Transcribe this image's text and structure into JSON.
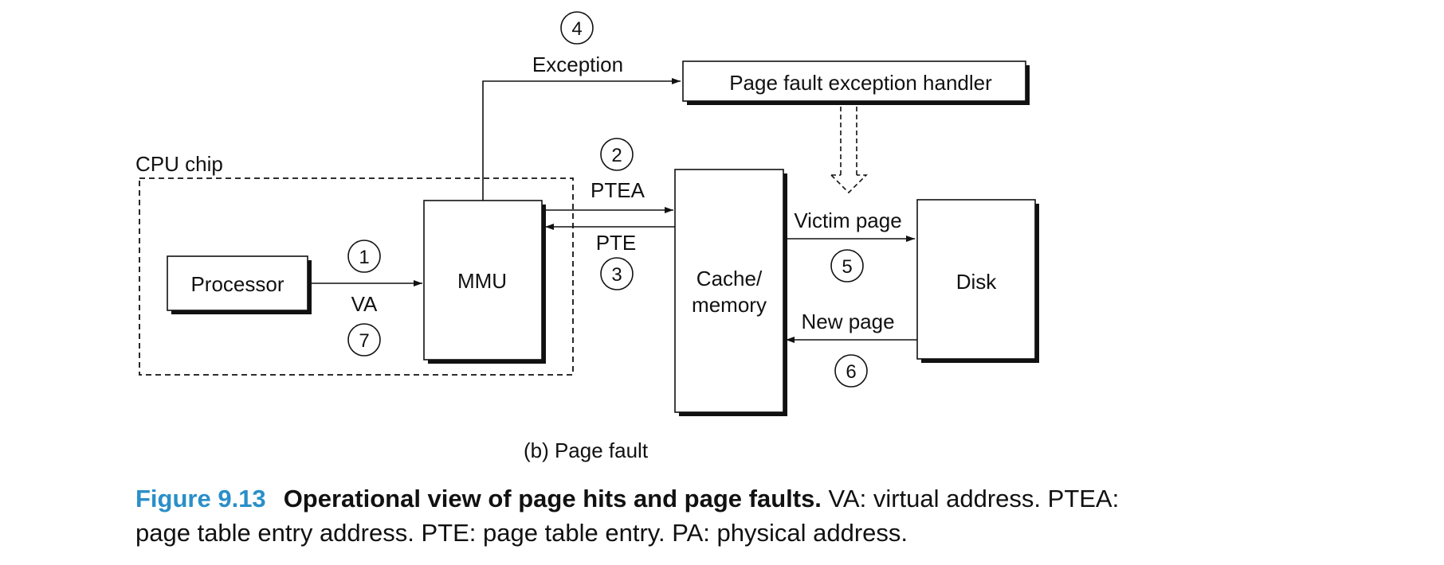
{
  "diagram": {
    "cpu_chip_label": "CPU chip",
    "boxes": {
      "processor": "Processor",
      "mmu": "MMU",
      "cache_line1": "Cache/",
      "cache_line2": "memory",
      "disk": "Disk",
      "handler": "Page fault exception handler"
    },
    "edge_labels": {
      "exception": "Exception",
      "ptea": "PTEA",
      "pte": "PTE",
      "va": "VA",
      "victim_page": "Victim page",
      "new_page": "New page"
    },
    "steps": [
      "1",
      "2",
      "3",
      "4",
      "5",
      "6",
      "7"
    ],
    "subcaption": "(b) Page fault"
  },
  "caption": {
    "figure_number": "Figure 9.13",
    "title": "Operational view of page hits and page faults.",
    "body": "VA: virtual address. PTEA: page table entry address. PTE: page table entry. PA: physical address."
  }
}
